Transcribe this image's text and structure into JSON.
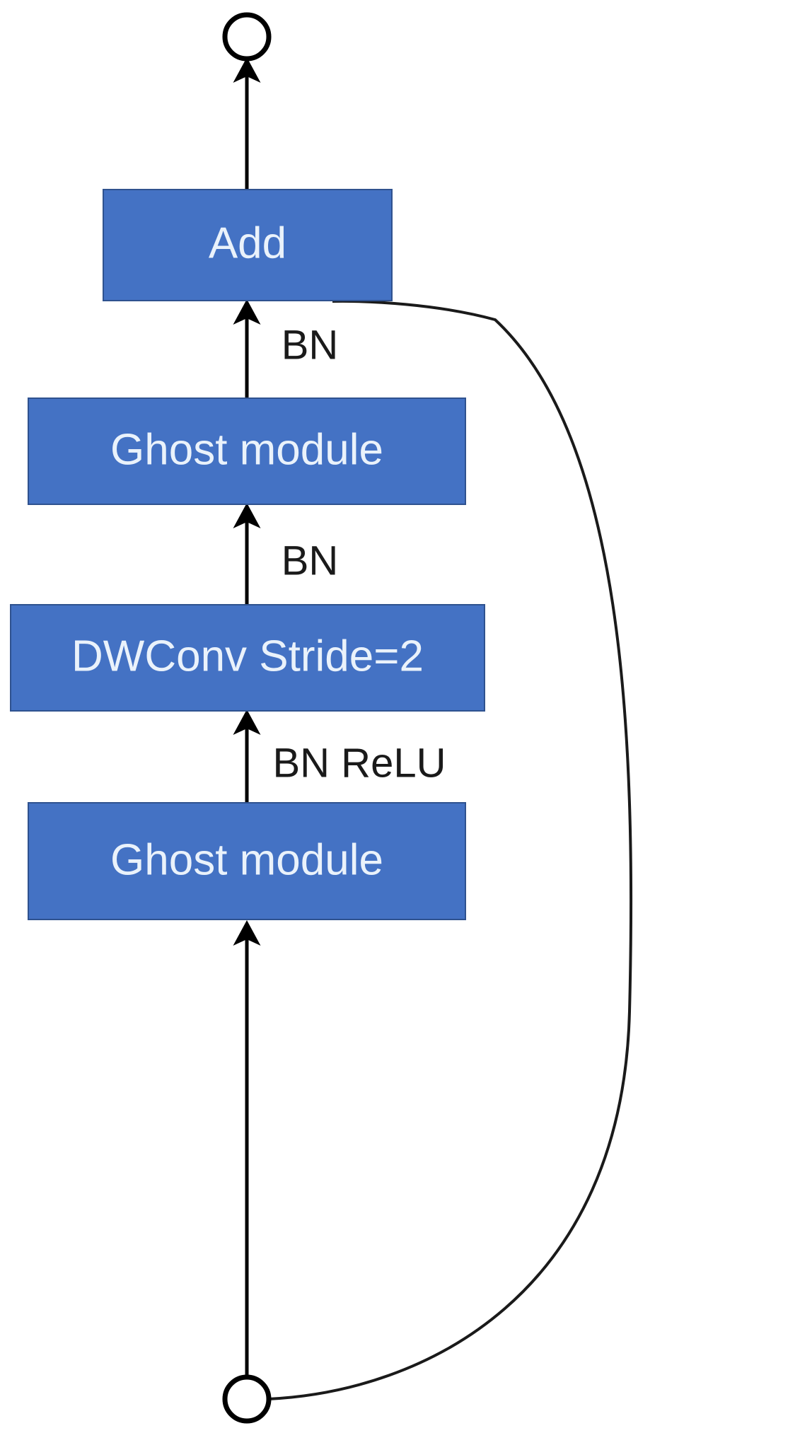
{
  "diagram": {
    "type": "flowchart",
    "orientation": "bottom-to-top",
    "background_color": "#FFFFFF",
    "node_fill_color": "#4472C4",
    "node_border_color": "#2F528F",
    "node_text_color": "#EAF2FB",
    "edge_color": "#000000",
    "nodes": [
      {
        "id": "output",
        "shape": "circle",
        "label": ""
      },
      {
        "id": "add",
        "shape": "rectangle",
        "label": "Add"
      },
      {
        "id": "ghost2",
        "shape": "rectangle",
        "label": "Ghost module"
      },
      {
        "id": "dwconv",
        "shape": "rectangle",
        "label": "DWConv Stride=2"
      },
      {
        "id": "ghost1",
        "shape": "rectangle",
        "label": "Ghost module"
      },
      {
        "id": "input",
        "shape": "circle",
        "label": ""
      }
    ],
    "edge_labels": [
      {
        "id": "edge-add-ghost2",
        "label": "BN"
      },
      {
        "id": "edge-ghost2-dwconv",
        "label": "BN"
      },
      {
        "id": "edge-dwconv-ghost1",
        "label": "BN ReLU"
      }
    ],
    "skip_connection": {
      "id": "shortcut",
      "label": "",
      "from": "input",
      "to": "add"
    }
  }
}
